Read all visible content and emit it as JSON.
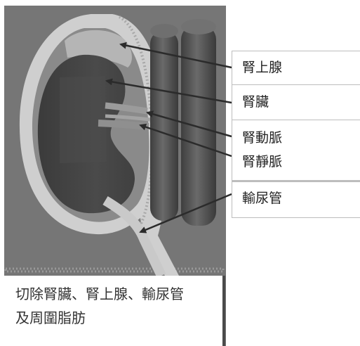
{
  "labels": {
    "adrenal_gland": "腎上腺",
    "kidney": "腎臟",
    "renal_artery": "腎動脈",
    "renal_vein": "腎靜脈",
    "ureter": "輸尿管"
  },
  "caption": {
    "line1": "切除腎臟、腎上腺、輸尿管",
    "line2": "及周圍脂肪"
  }
}
